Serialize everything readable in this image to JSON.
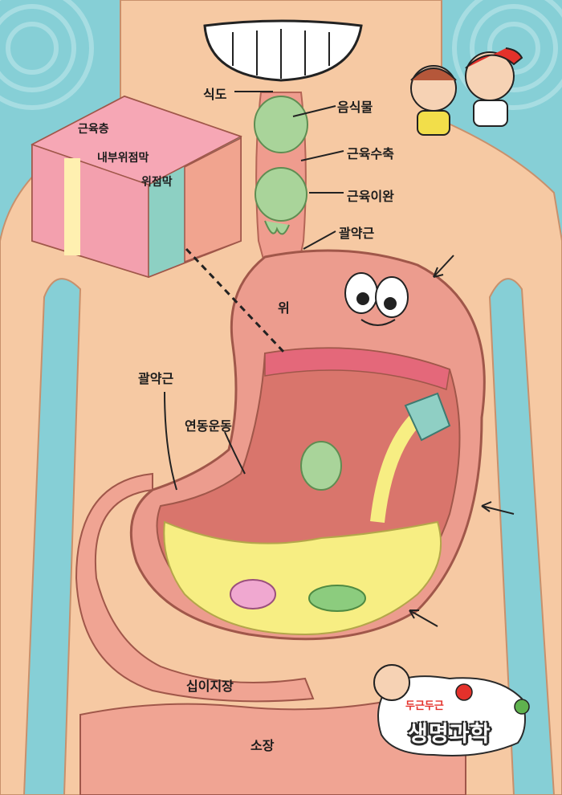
{
  "labels": {
    "esophagus": "식도",
    "food": "음식물",
    "contraction": "근육수축",
    "relaxation": "근육이완",
    "sphincter_top": "괄약근",
    "stomach": "위",
    "sphincter_bottom": "괄약근",
    "peristalsis": "연동운동",
    "duodenum": "십이지장",
    "small_intestine": "소장",
    "muscle_layer": "근육층",
    "submucosa": "내부위점막",
    "mucosa": "위점막"
  },
  "logo": {
    "top": "두근두근",
    "main": "생명과학"
  },
  "colors": {
    "background": "#86cfd6",
    "skin": "#f6c9a3",
    "stomach": "#ec9c8e",
    "stomach_inner": "#d9756c",
    "gastric_juice": "#f7ee83",
    "food_bolus": "#a9d49a",
    "intestine": "#f0a493"
  }
}
